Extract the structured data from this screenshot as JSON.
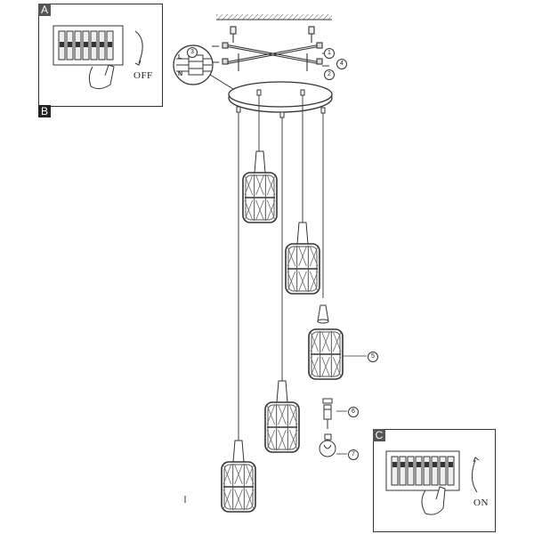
{
  "panels": [
    {
      "id": "A",
      "state": "OFF",
      "color": "#555555"
    },
    {
      "id": "B",
      "color": "#222222"
    },
    {
      "id": "C",
      "state": "ON",
      "color": "#555555"
    }
  ],
  "wiring": {
    "callout": "3",
    "terminals": [
      "L",
      "N"
    ]
  },
  "callouts": [
    "1",
    "2",
    "4",
    "5",
    "6",
    "7"
  ],
  "pendant_count": 5
}
